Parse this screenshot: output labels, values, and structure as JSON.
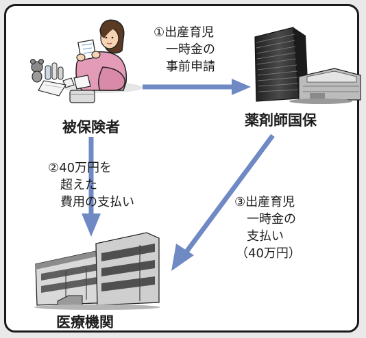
{
  "nodes": {
    "insured": "被保険者",
    "insurer": "薬剤師国保",
    "hospital": "医療機関"
  },
  "steps": {
    "step1": [
      "①出産育児",
      "一時金の",
      "事前申請"
    ],
    "step2": [
      "②40万円を",
      "超えた",
      "費用の支払い"
    ],
    "step3": [
      "③出産育児",
      "一時金の",
      "支払い",
      "（40万円）"
    ]
  },
  "colors": {
    "arrow": "#6f89c4",
    "frame": "#1a1a1a",
    "text": "#1d1d1d"
  },
  "icons": {
    "insured": "mother-with-baby-items-illustration",
    "insurer": "office-tower-building-icon",
    "hospital": "hospital-building-icon"
  }
}
